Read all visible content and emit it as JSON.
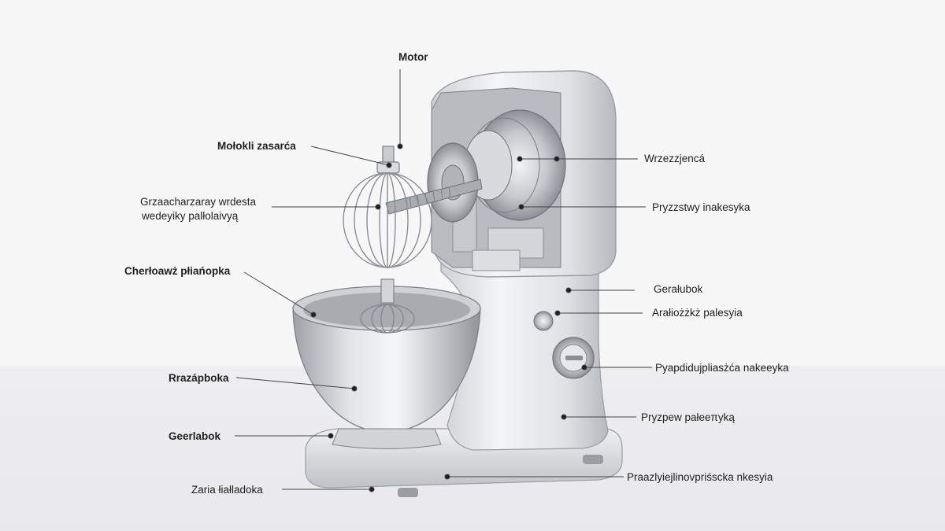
{
  "labels": {
    "motor": "Motor",
    "whisk_top": "Mołokli zasarća",
    "shaft_line1": "Grzaacharzaray wrdesta",
    "shaft_line2": "wedeyiky palłolaivyą",
    "bowl_rim": "Cherłoawż płiańopka",
    "bowl_body": "Rrazápboka",
    "bowl_base": "Geerlabok",
    "base_foot": "Zaria łiałladoka",
    "r_motor": "Wrzezzjencá",
    "r_gear": "Pryzzstwy inakesyka",
    "r_column": "Gerałubok",
    "r_button": "Arałiożżkż palesyia",
    "r_dial": "Pyapdidujpliasżća nakeeyka",
    "r_body": "Pryzpew pałeeπyką",
    "r_base": "Praazlyiejlinovpriśscka nkesyia"
  },
  "colors": {
    "background": "#f7f7f8",
    "floor": "#ececee",
    "metal_light": "#e9eaec",
    "metal_mid": "#c9cbcf",
    "metal_dark": "#8d9096",
    "leader": "#444444",
    "text": "#1f1f1f"
  }
}
